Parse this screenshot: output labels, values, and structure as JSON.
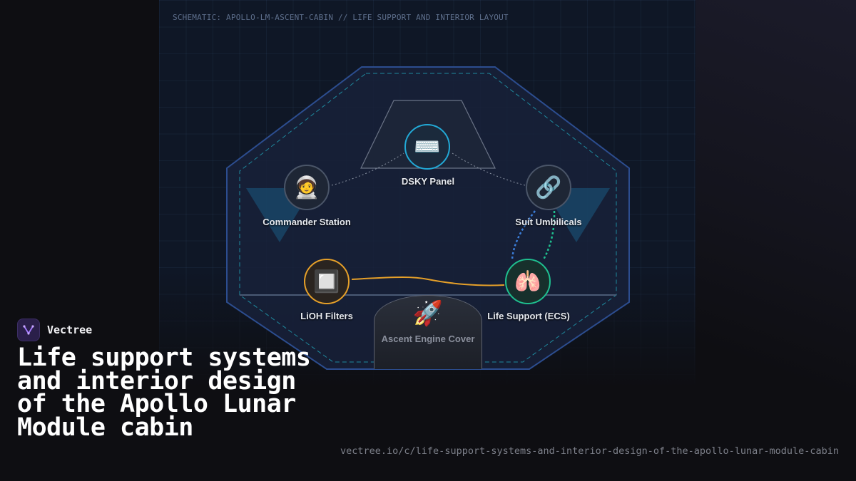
{
  "diagram": {
    "schematic_label": "SCHEMATIC: APOLLO-LM-ASCENT-CABIN // LIFE SUPPORT AND INTERIOR LAYOUT",
    "nodes": {
      "dsky": {
        "label": "DSKY Panel",
        "icon": "keyboard-icon",
        "glyph": "⌨️",
        "color": "#22a9d6"
      },
      "commander": {
        "label": "Commander Station",
        "icon": "astronaut-icon",
        "glyph": "🧑‍🚀",
        "color": "#4a5568"
      },
      "umbilicals": {
        "label": "Suit Umbilicals",
        "icon": "link-icon",
        "glyph": "🔗",
        "color": "#4a5568"
      },
      "lioh": {
        "label": "LiOH Filters",
        "icon": "filter-cartridge-icon",
        "glyph": "🔲",
        "color": "#e6a029"
      },
      "ecs": {
        "label": "Life Support (ECS)",
        "icon": "lungs-icon",
        "glyph": "🫁",
        "color": "#1fbf8f"
      }
    },
    "engine_cover": {
      "label": "Ascent Engine Cover",
      "icon": "rocket-icon",
      "glyph": "🚀"
    },
    "colors": {
      "hull": "#2c4d8f",
      "inner_dash": "#1f8a9e",
      "link_orange": "#e6a029",
      "link_blue": "#3b7dd8",
      "link_green": "#1fbf8f",
      "link_dotted": "#8a93a3"
    }
  },
  "brand": {
    "name": "Vectree",
    "logo_icon": "vectree-logo-icon"
  },
  "page": {
    "title": "Life support systems and interior design of the Apollo Lunar Module cabin",
    "url": "vectree.io/c/life-support-systems-and-interior-design-of-the-apollo-lunar-module-cabin"
  }
}
